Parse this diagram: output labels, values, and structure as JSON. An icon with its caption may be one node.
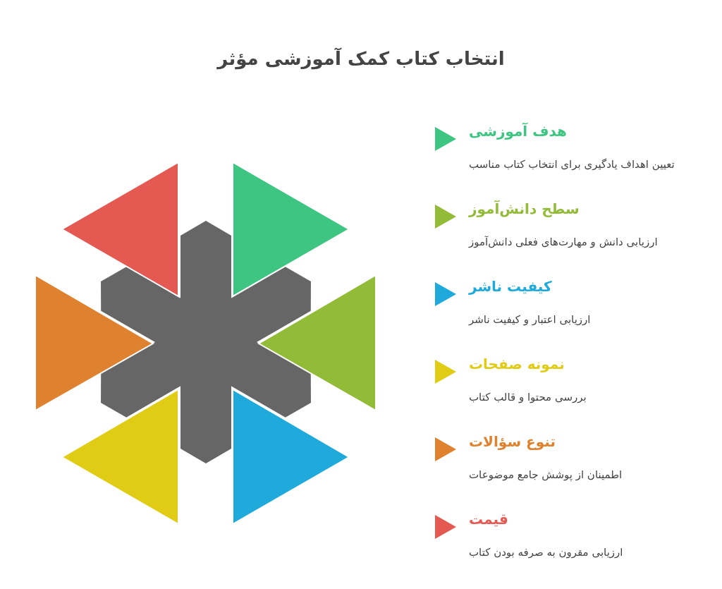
{
  "diagram": {
    "title": "انتخاب کتاب کمک آموزشی مؤثر",
    "nodes": [
      {
        "text": [
          "هدف آموزشی",
          "تعیین اهداف یادگیری برای انتخاب کتاب مناسب"
        ]
      },
      {
        "text": [
          "سطح دانش‌آموز",
          "ارزیابی دانش و مهارت‌های فعلی دانش‌آموز"
        ]
      },
      {
        "text": [
          "کیفیت ناشر",
          "ارزیابی اعتبار و کیفیت ناشر"
        ]
      },
      {
        "text": [
          "نمونه صفحات",
          "بررسی محتوا و قالب کتاب"
        ]
      },
      {
        "text": [
          "تنوع سؤالات",
          "اطمینان از پوشش جامع موضوعات"
        ]
      },
      {
        "text": [
          "قیمت",
          "ارزیابی مقرون به صرفه بودن کتاب"
        ]
      }
    ]
  }
}
